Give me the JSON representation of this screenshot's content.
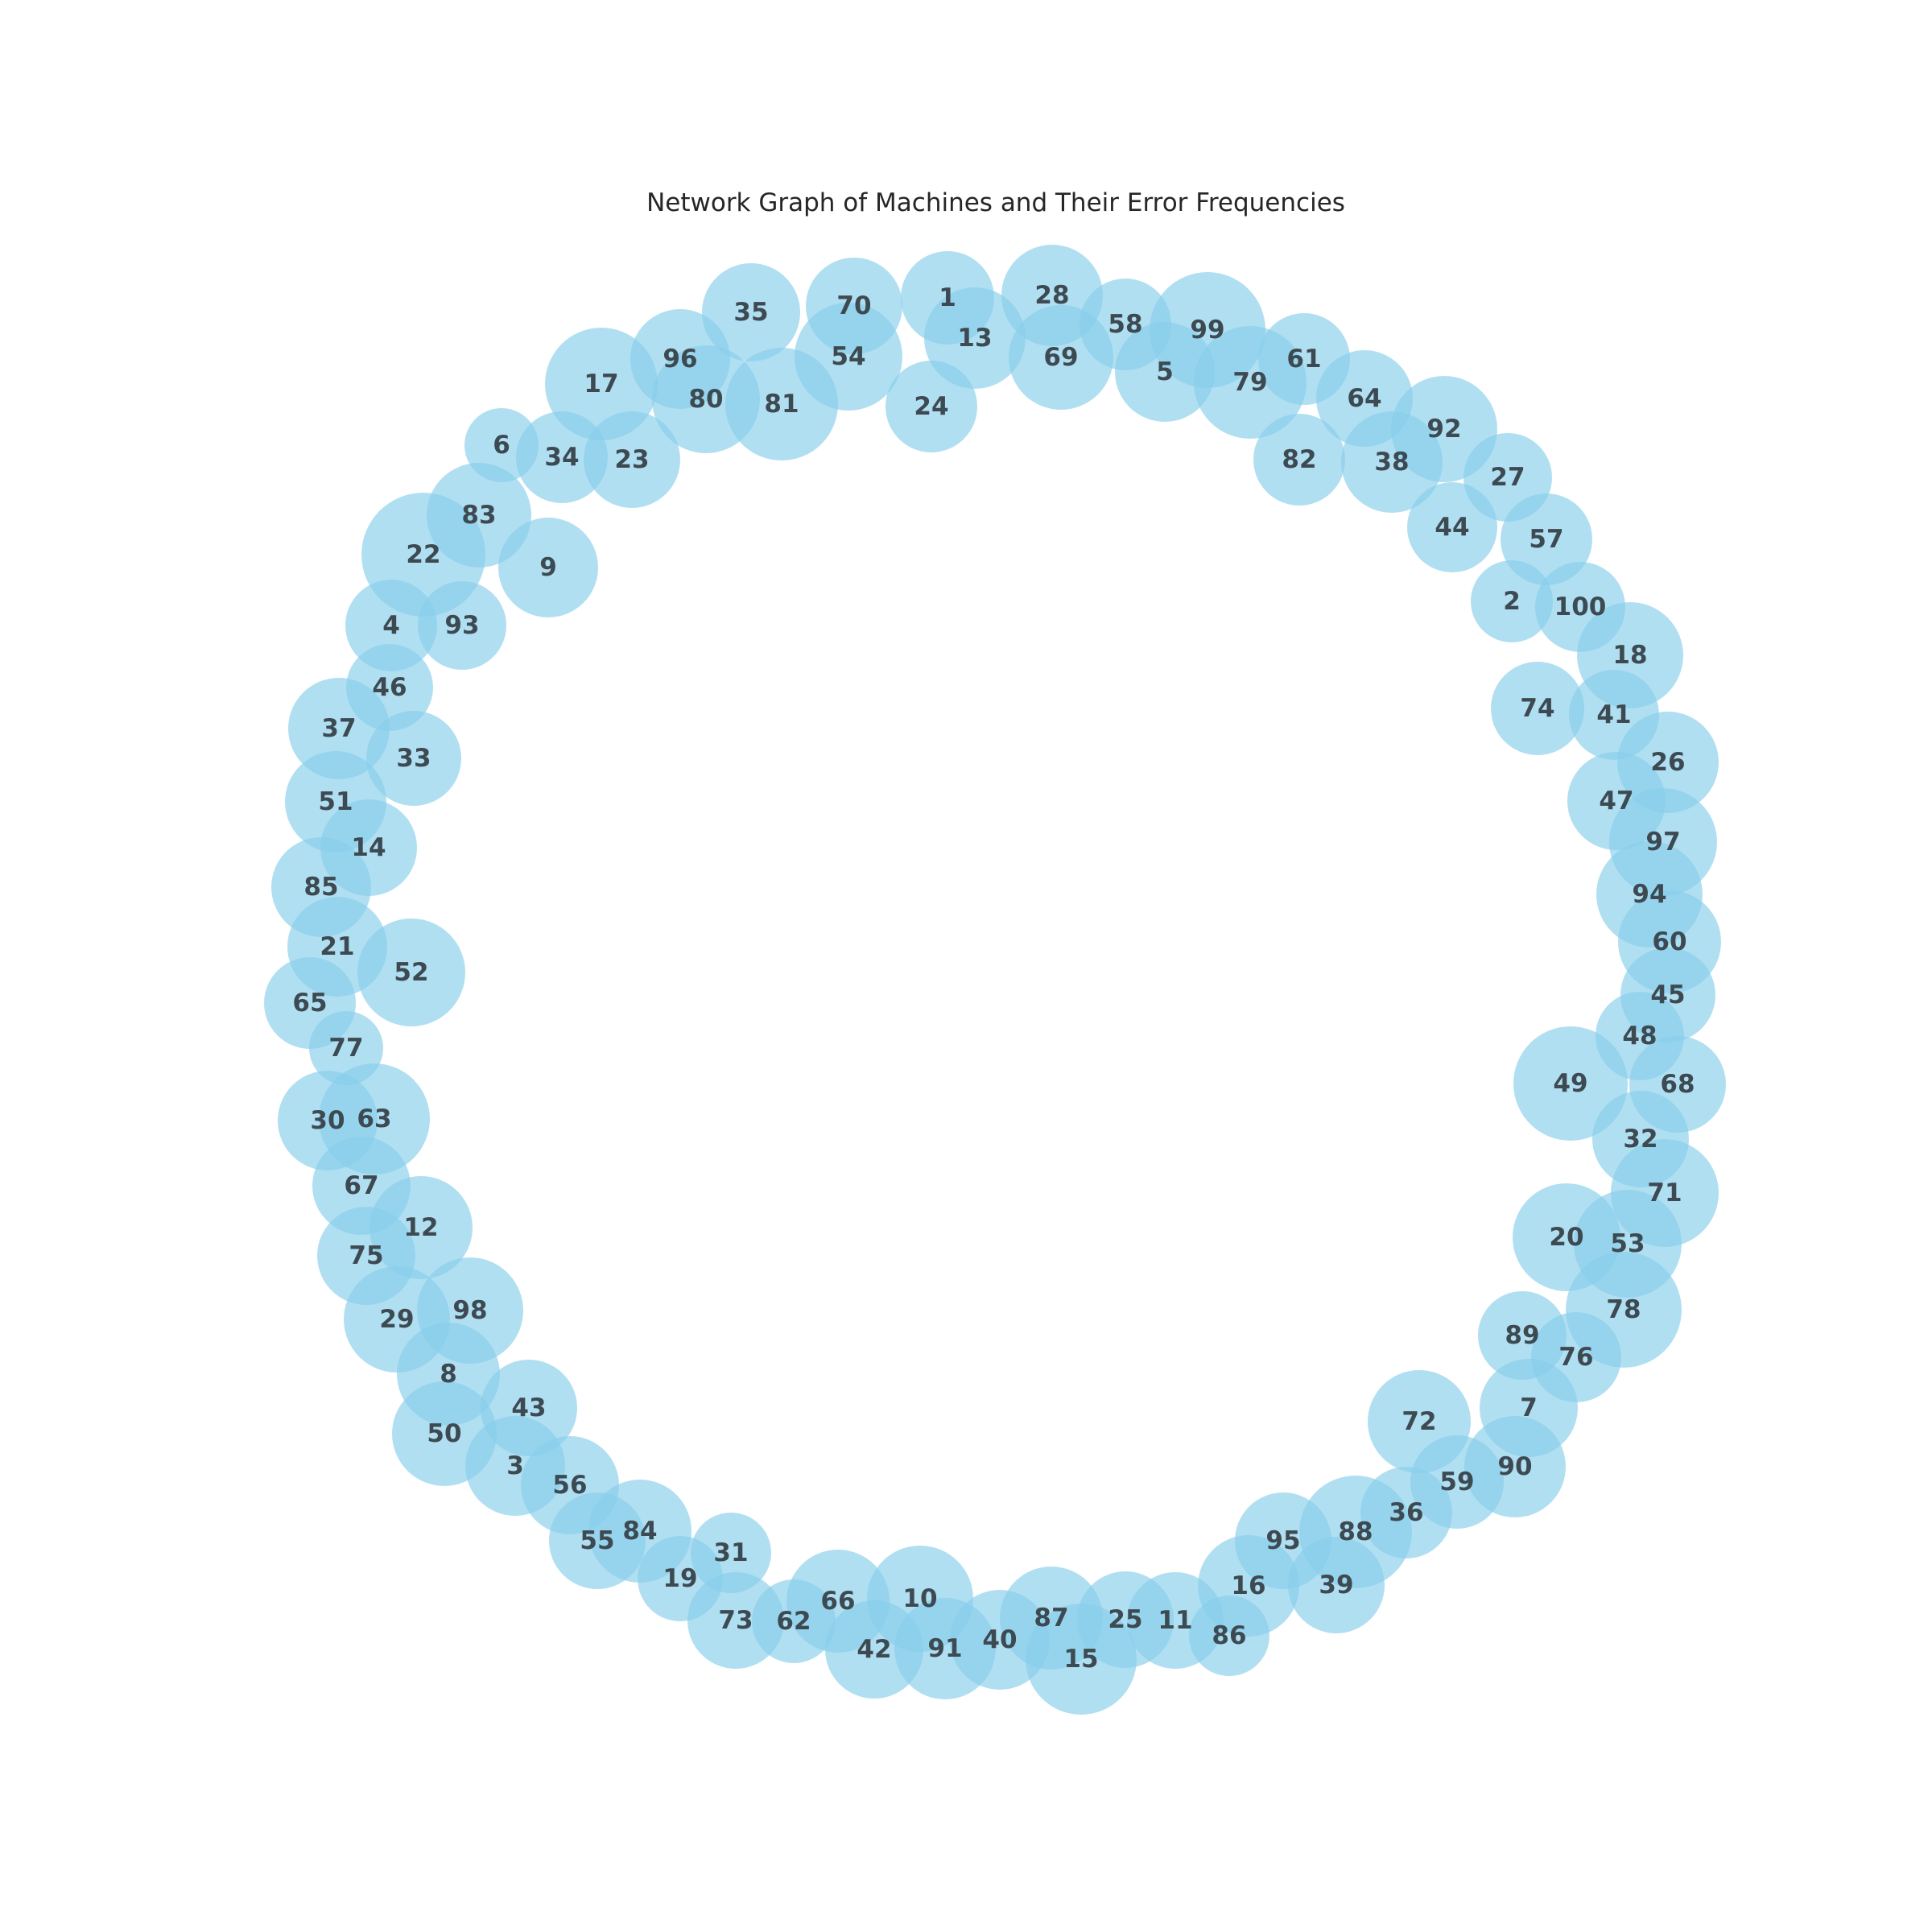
{
  "title": "Network Graph of Machines and Their Error Frequencies",
  "colors": {
    "node_fill": "#87CEEB",
    "node_opacity": 0.65,
    "label": "#3d4a52",
    "background": "#ffffff"
  },
  "nodes": [
    "1",
    "13",
    "28",
    "69",
    "58",
    "5",
    "99",
    "79",
    "61",
    "64",
    "82",
    "92",
    "38",
    "27",
    "44",
    "57",
    "2",
    "100",
    "18",
    "74",
    "41",
    "26",
    "47",
    "97",
    "94",
    "60",
    "45",
    "48",
    "49",
    "68",
    "32",
    "71",
    "20",
    "53",
    "78",
    "89",
    "76",
    "7",
    "72",
    "90",
    "59",
    "36",
    "95",
    "88",
    "16",
    "39",
    "86",
    "11",
    "25",
    "87",
    "15",
    "40",
    "91",
    "10",
    "42",
    "66",
    "62",
    "73",
    "31",
    "19",
    "84",
    "55",
    "56",
    "3",
    "43",
    "50",
    "8",
    "98",
    "29",
    "12",
    "75",
    "67",
    "63",
    "30",
    "77",
    "65",
    "52",
    "21",
    "85",
    "14",
    "51",
    "33",
    "37",
    "46",
    "4",
    "93",
    "22",
    "9",
    "83",
    "6",
    "34",
    "23",
    "17",
    "96",
    "80",
    "81",
    "35",
    "54",
    "70",
    "24"
  ]
}
